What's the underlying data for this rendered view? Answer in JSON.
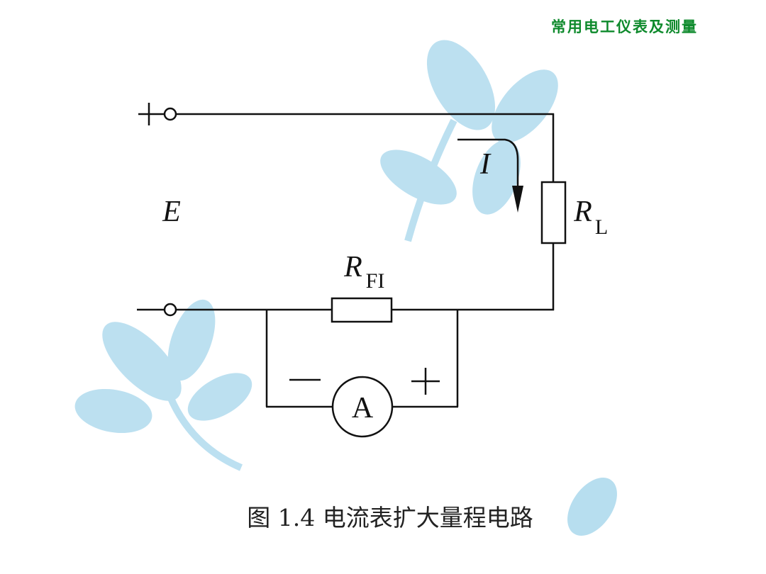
{
  "header": {
    "title": "常用电工仪表及测量"
  },
  "diagram": {
    "terminal_plus": "+",
    "terminal_minus": "—",
    "source_label": "E",
    "current_label": "I",
    "load_resistor": {
      "symbol": "R",
      "subscript": "L"
    },
    "shunt_resistor": {
      "symbol": "R",
      "subscript": "FI"
    },
    "ammeter": {
      "label": "A",
      "negative_mark": "—",
      "positive_mark": "+"
    }
  },
  "caption": "图 1.4 电流表扩大量程电路",
  "colors": {
    "wire": "#111111",
    "watermark": "#9fd2ea",
    "header": "#0e8a2c"
  }
}
